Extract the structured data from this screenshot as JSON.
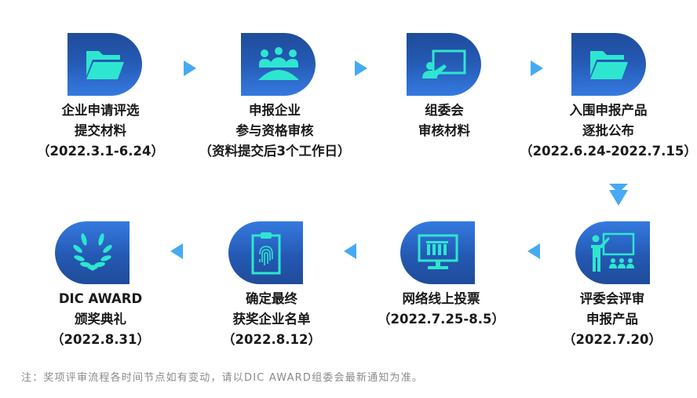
{
  "colors": {
    "icon_dark": "#1f4c9a",
    "icon_light": "#357ae0",
    "glyph": "#2ee6cf",
    "arrow": "#45aaf2",
    "text": "#1a1a1a",
    "note": "#8a8a8a"
  },
  "steps": [
    {
      "lines": [
        "企业申请评选",
        "提交材料",
        "（2022.3.1-6.24）"
      ],
      "icon": "folder-icon"
    },
    {
      "lines": [
        "申报企业",
        "参与资格审核",
        "（资料提交后3个工作日）"
      ],
      "icon": "group-meeting-icon"
    },
    {
      "lines": [
        "组委会",
        "审核材料"
      ],
      "icon": "presenter-board-icon"
    },
    {
      "lines": [
        "入围申报产品",
        "逐批公布",
        "（2022.6.24-2022.7.15）"
      ],
      "icon": "folder-icon"
    },
    {
      "lines": [
        "评委会评审",
        "申报产品",
        "（2022.7.20）"
      ],
      "icon": "teacher-audience-icon"
    },
    {
      "lines": [
        "网络线上投票",
        "（2022.7.25-8.5）"
      ],
      "icon": "monitor-vote-icon"
    },
    {
      "lines": [
        "确定最终",
        "获奖企业名单",
        "（2022.8.12）"
      ],
      "icon": "clipboard-fingerprint-icon"
    },
    {
      "lines": [
        "DIC AWARD",
        "颁奖典礼",
        "（2022.8.31）"
      ],
      "icon": "laurel-wreath-icon"
    }
  ],
  "note": "注：奖项评审流程各时间节点如有变动，请以DIC AWARD组委会最新通知为准。"
}
